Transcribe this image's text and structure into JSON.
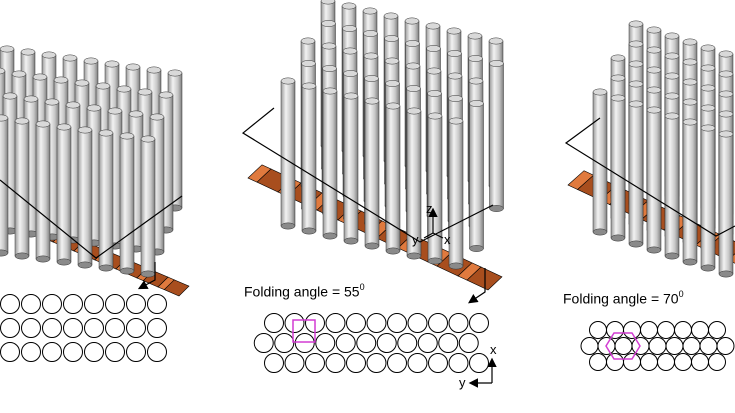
{
  "panels": [
    {
      "id": "left",
      "folding_label": "",
      "cell_shape": "none"
    },
    {
      "id": "middle",
      "folding_label": "Folding angle = 55",
      "folding_sup": "0",
      "cell_shape": "square"
    },
    {
      "id": "right",
      "folding_label": "Folding angle = 70",
      "folding_sup": "0",
      "cell_shape": "hexagon"
    }
  ],
  "axes_3d": {
    "z": "z",
    "y": "y",
    "x": "x"
  },
  "axes_2d": {
    "x": "x",
    "y": "y"
  },
  "colors": {
    "substrate_top": "#e07a3e",
    "substrate_side": "#a84e1e",
    "pillar_light": "#e6e6e6",
    "pillar_dark": "#8a8a8a",
    "cell_highlight": "#d23cd2"
  }
}
